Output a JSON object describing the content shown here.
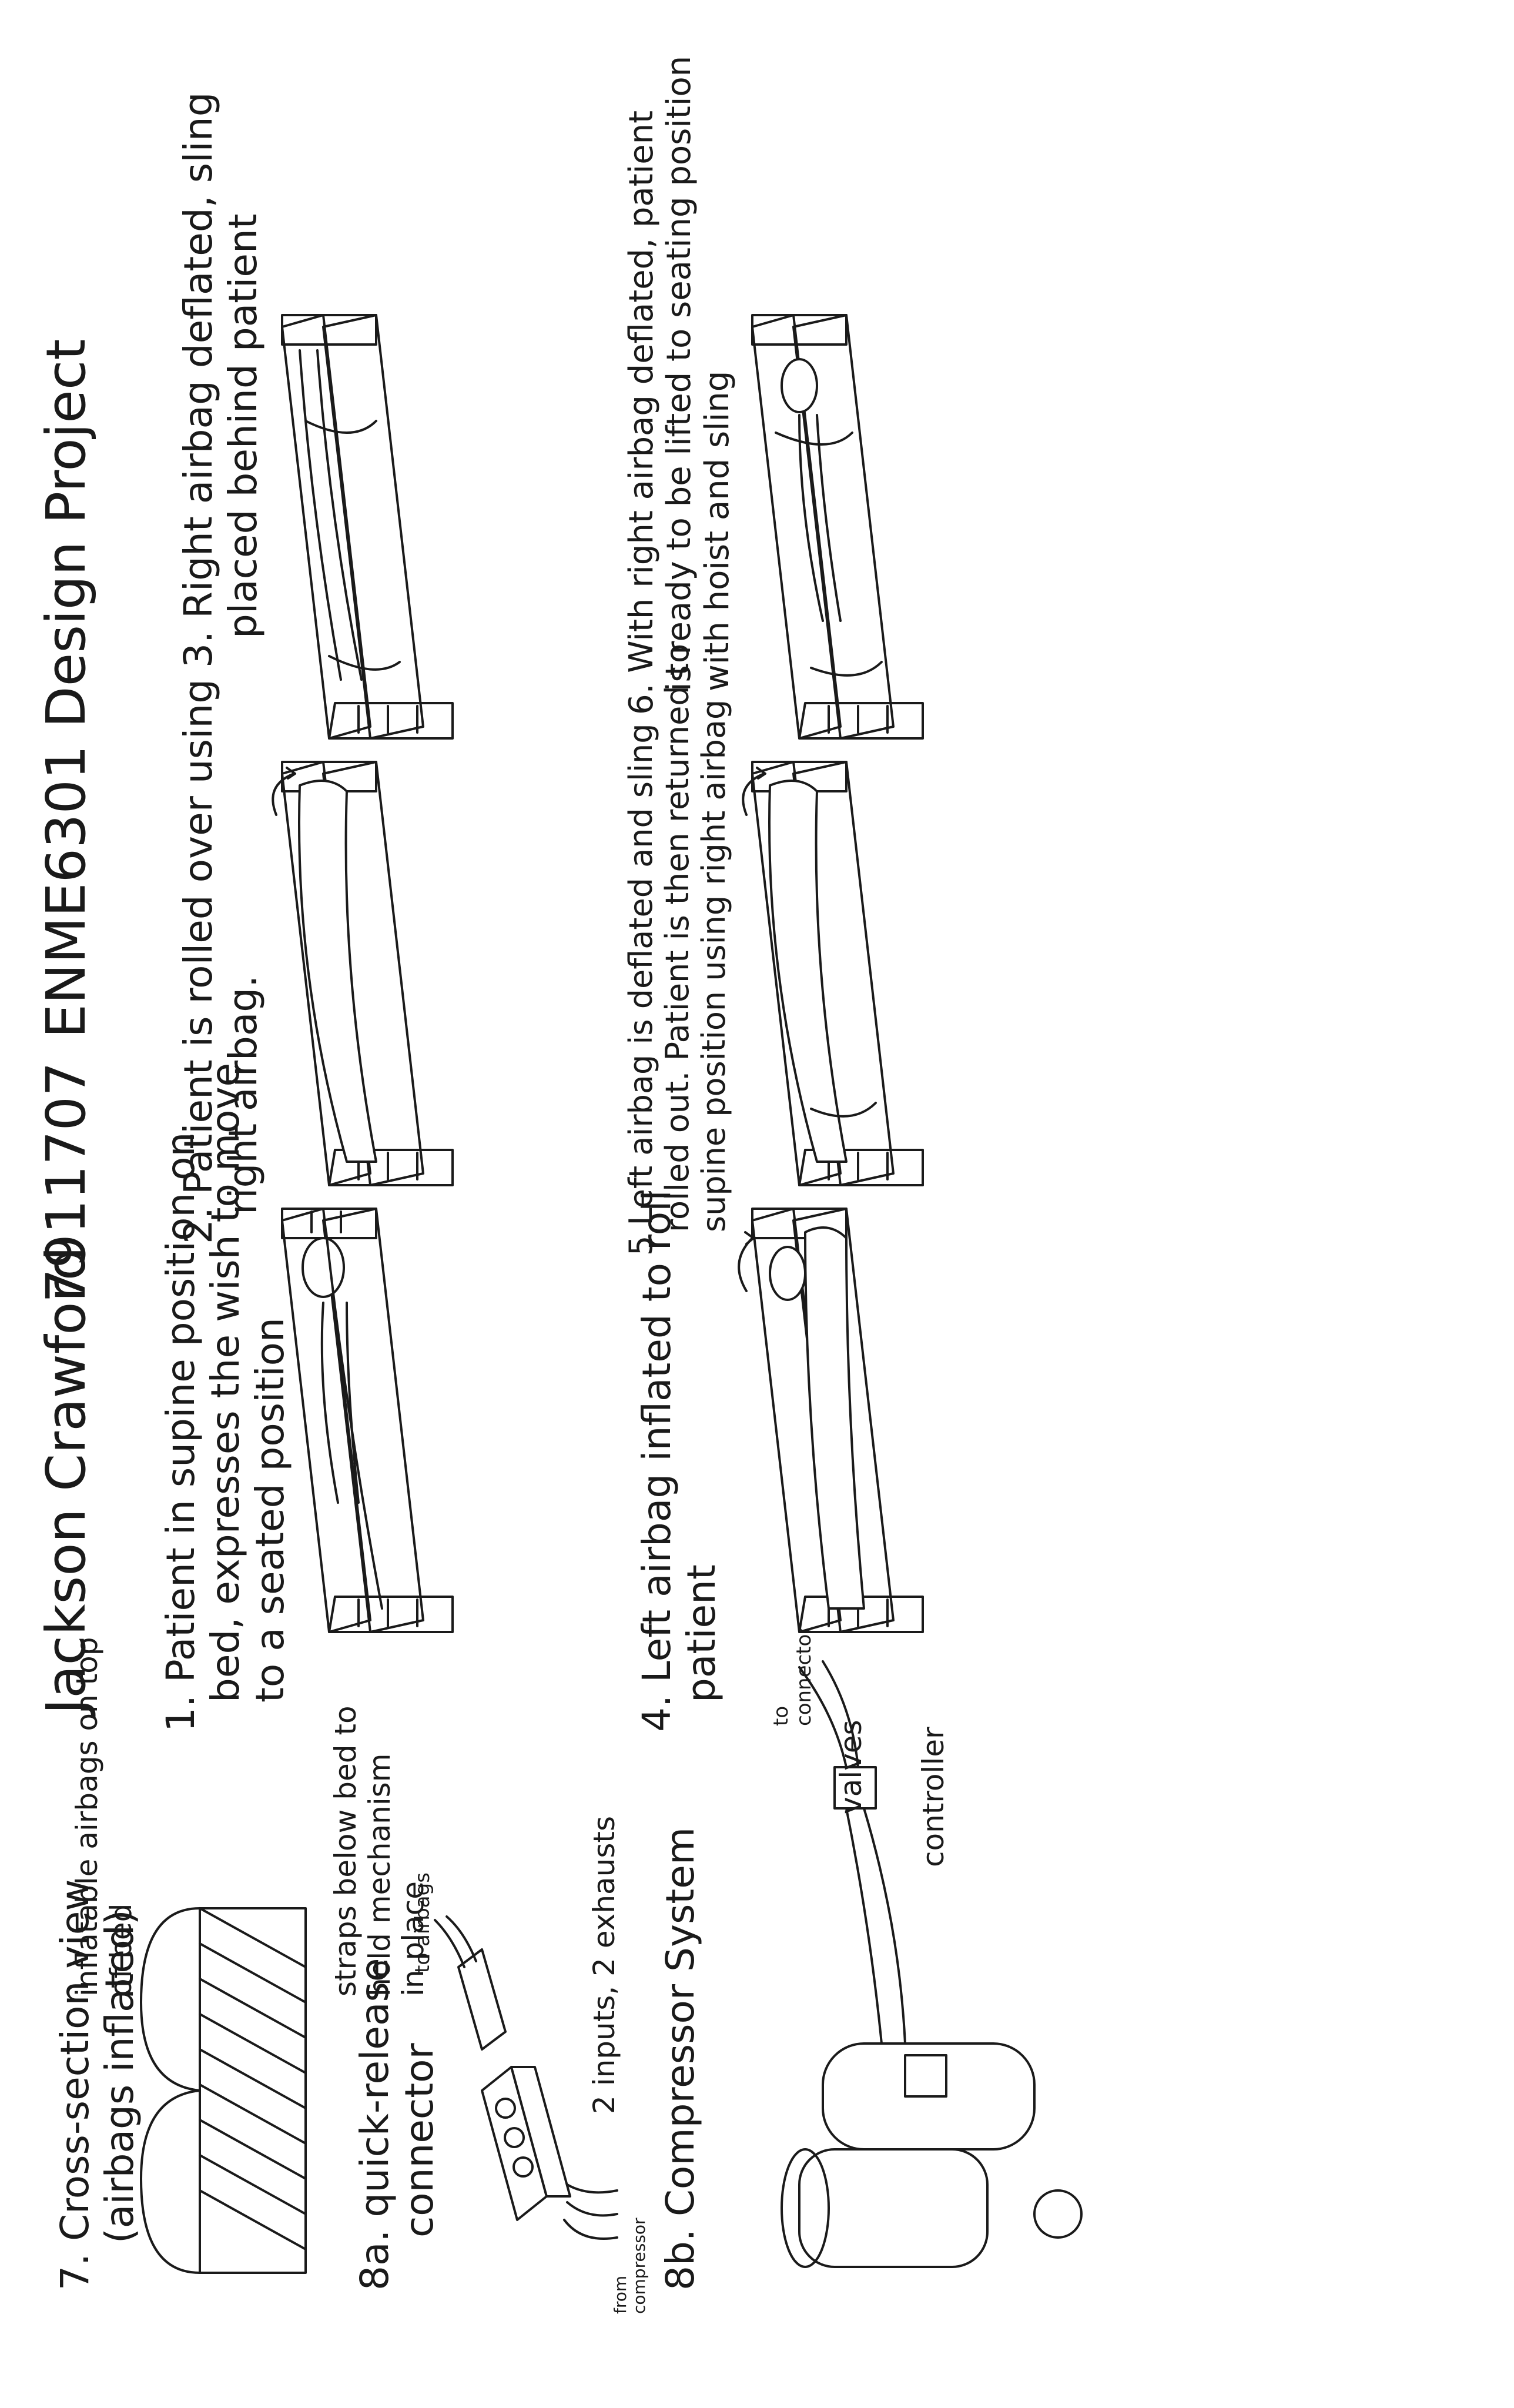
{
  "header": {
    "author": "Jackson Crawford",
    "student_id": "7911707",
    "course": "ENME6301 Design Project"
  },
  "steps": [
    {
      "number": "1.",
      "lines": [
        "Patient in supine position on",
        "bed, expresses the wish to move",
        "to a seated position"
      ]
    },
    {
      "number": "2.",
      "lines": [
        "Patient is rolled over using",
        "right airbag."
      ]
    },
    {
      "number": "3.",
      "lines": [
        "Right airbag deflated, sling",
        "placed behind patient"
      ]
    },
    {
      "number": "4.",
      "lines": [
        "Left airbag inflated to roll",
        "patient"
      ]
    },
    {
      "number": "5",
      "lines": [
        "Left airbag is deflated and sling",
        "rolled out. Patient is then returned to",
        "supine position using right airbag"
      ]
    },
    {
      "number": "6.",
      "lines": [
        "With right airbag deflated, patient",
        "is ready to be lifted to seating position",
        "with hoist and sling"
      ]
    }
  ],
  "cross_section": {
    "title_lines": [
      "7. Cross-section view",
      "(airbags inflated)"
    ],
    "label_top_lines": [
      "inflatable airbags on top",
      "of bed"
    ],
    "label_straps_lines": [
      "straps below bed to",
      "hold mechanism",
      "in place"
    ]
  },
  "connector": {
    "title_lines": [
      "8a. quick-release",
      "connector"
    ],
    "to_airbags": "to airbags",
    "from_compressor_lines": [
      "from",
      "compressor"
    ],
    "io_note": "2 inputs, 2 exhausts"
  },
  "compressor": {
    "title": "8b. Compressor System",
    "to_connector_lines": [
      "to",
      "connector"
    ],
    "valves": "valves",
    "controller": "controller"
  }
}
